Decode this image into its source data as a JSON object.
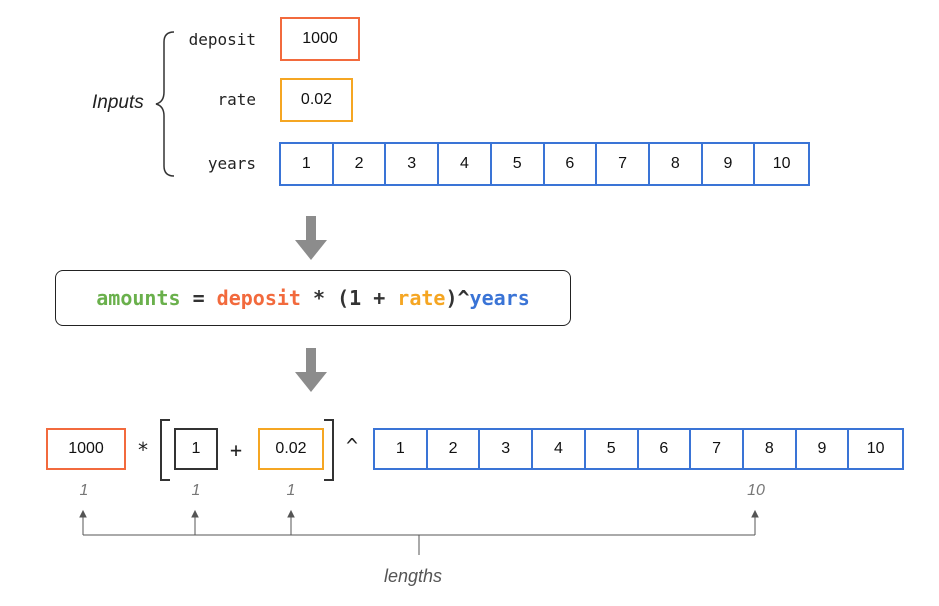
{
  "inputs": {
    "title": "Inputs",
    "deposit_label": "deposit",
    "rate_label": "rate",
    "years_label": "years",
    "deposit_value": "1000",
    "rate_value": "0.02",
    "years_values": [
      "1",
      "2",
      "3",
      "4",
      "5",
      "6",
      "7",
      "8",
      "9",
      "10"
    ]
  },
  "formula": {
    "amounts": "amounts",
    "eq": " = ",
    "deposit": "deposit",
    "times": " * (1 + ",
    "rate": "rate",
    "pow": ")^",
    "years": "years"
  },
  "expanded": {
    "deposit_value": "1000",
    "times_op": "*",
    "one_value": "1",
    "plus_op": "+",
    "rate_value": "0.02",
    "pow_op": "^",
    "years_values": [
      "1",
      "2",
      "3",
      "4",
      "5",
      "6",
      "7",
      "8",
      "9",
      "10"
    ]
  },
  "lengths": {
    "deposit_len": "1",
    "one_len": "1",
    "rate_len": "1",
    "years_len": "10",
    "caption": "lengths"
  },
  "colors": {
    "deposit": "#f26a3d",
    "rate": "#f5a623",
    "years": "#3a74d6",
    "amounts": "#6ab04c",
    "arrow": "#8c8c8c"
  }
}
